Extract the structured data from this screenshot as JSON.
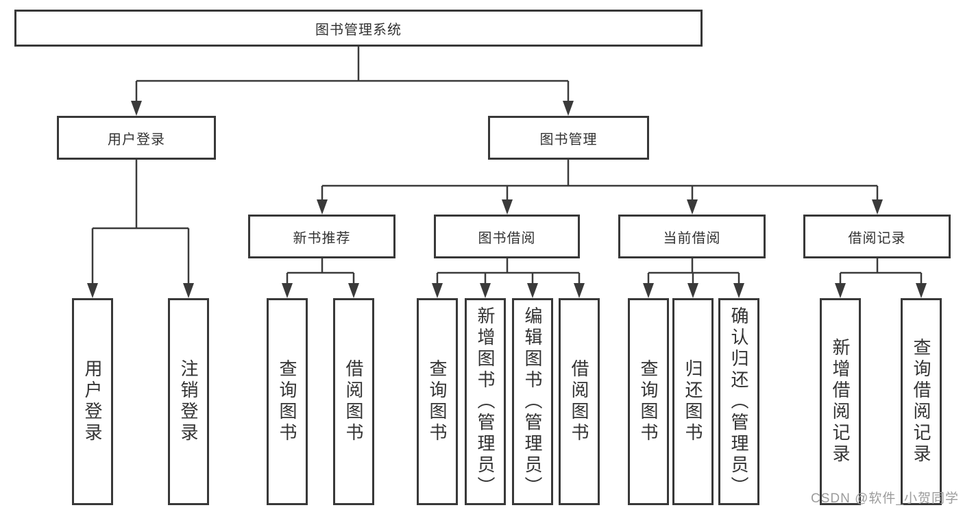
{
  "diagram": {
    "title": "图书管理系统",
    "root": {
      "label": "图书管理系统",
      "children": [
        {
          "label": "用户登录",
          "children": [
            {
              "label": "用户登录"
            },
            {
              "label": "注销登录"
            }
          ]
        },
        {
          "label": "图书管理",
          "children": [
            {
              "label": "新书推荐",
              "children": [
                {
                  "label": "查询图书"
                },
                {
                  "label": "借阅图书"
                }
              ]
            },
            {
              "label": "图书借阅",
              "children": [
                {
                  "label": "查询图书"
                },
                {
                  "label": "新增图书（管理员）"
                },
                {
                  "label": "编辑图书（管理员）"
                },
                {
                  "label": "借阅图书"
                }
              ]
            },
            {
              "label": "当前借阅",
              "children": [
                {
                  "label": "查询图书"
                },
                {
                  "label": "归还图书"
                },
                {
                  "label": "确认归还（管理员）"
                }
              ]
            },
            {
              "label": "借阅记录",
              "children": [
                {
                  "label": "新增借阅记录"
                },
                {
                  "label": "查询借阅记录"
                }
              ]
            }
          ]
        }
      ]
    },
    "colors": {
      "line": "#3a3a3a",
      "border": "#383838",
      "text": "#333333",
      "background": "#ffffff",
      "watermark": "#9c9c9c"
    }
  },
  "watermark": {
    "text": "CSDN @软件_小贺同学"
  }
}
